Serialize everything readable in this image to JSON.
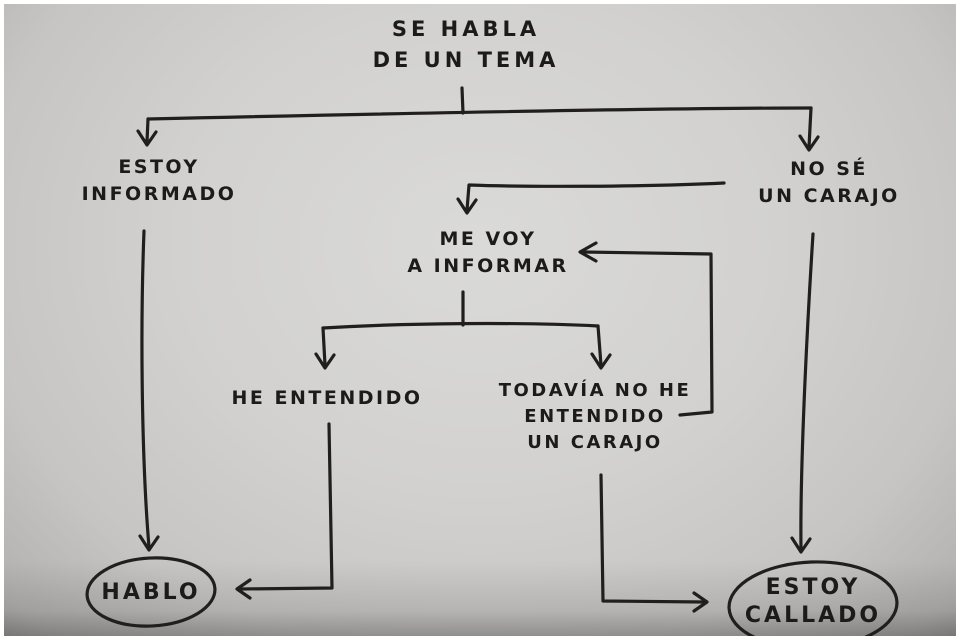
{
  "meta": {
    "description": "Hand-drawn flowchart photo, Spanish humor meme about speaking on a topic",
    "paper_color": "#d2d1cf",
    "ink_color": "#211f1d",
    "frame_color": "#ffffff"
  },
  "diagram": {
    "type": "flowchart",
    "nodes": {
      "start": {
        "lines": [
          "SE HABLA",
          "DE UN TEMA"
        ],
        "shape": "text"
      },
      "informed": {
        "lines": [
          "ESTOY",
          "INFORMADO"
        ],
        "shape": "text"
      },
      "clueless": {
        "lines": [
          "NO SÉ",
          "UN CARAJO"
        ],
        "shape": "text"
      },
      "will_inform": {
        "lines": [
          "ME VOY",
          "A INFORMAR"
        ],
        "shape": "text"
      },
      "understood": {
        "lines": [
          "HE ENTENDIDO"
        ],
        "shape": "text"
      },
      "not_understood": {
        "lines": [
          "TODAVÍA NO HE",
          "ENTENDIDO",
          "UN CARAJO"
        ],
        "shape": "text"
      },
      "speak": {
        "lines": [
          "HABLO"
        ],
        "shape": "oval"
      },
      "silent": {
        "lines": [
          "ESTOY",
          "CALLADO"
        ],
        "shape": "oval"
      }
    },
    "edges": [
      {
        "from": "start",
        "to": "informed"
      },
      {
        "from": "start",
        "to": "clueless"
      },
      {
        "from": "clueless",
        "to": "will_inform"
      },
      {
        "from": "will_inform",
        "to": "understood"
      },
      {
        "from": "will_inform",
        "to": "not_understood"
      },
      {
        "from": "not_understood",
        "to": "will_inform",
        "note": "loop back"
      },
      {
        "from": "informed",
        "to": "speak"
      },
      {
        "from": "understood",
        "to": "speak"
      },
      {
        "from": "clueless",
        "to": "silent"
      },
      {
        "from": "not_understood",
        "to": "silent"
      }
    ]
  }
}
